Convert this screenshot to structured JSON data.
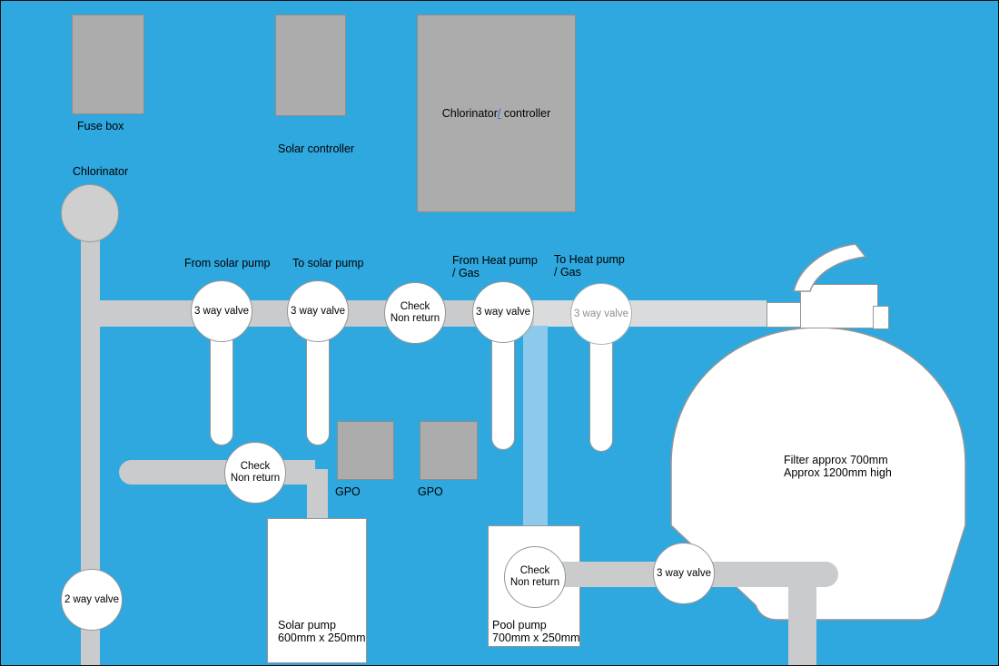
{
  "colors": {
    "background": "#2EA8DF",
    "equipment_gray": "#ACACAC",
    "pipe_gray": "#C9CBCD",
    "pipe_light_gray": "#D9DBDC",
    "pipe_light_blue": "#8CC9EB",
    "outline_gray": "#969696"
  },
  "equipment": {
    "fuse_box_label": "Fuse box",
    "solar_controller_label": "Solar controller",
    "chlorinator_controller": {
      "pre": "Chlorinator",
      "slash": "/",
      "post": " controller"
    },
    "chlorinator_label": "Chlorinator",
    "gpo_left_label": "GPO",
    "gpo_right_label": "GPO",
    "solar_pump_line1": "Solar pump",
    "solar_pump_line2": "600mm x 250mm",
    "pool_pump_line1": "Pool pump",
    "pool_pump_line2": "700mm x 250mm",
    "filter_line1": "Filter approx 700mm",
    "filter_line2": "Approx 1200mm high"
  },
  "pipe_labels": {
    "from_solar_pump": "From solar pump",
    "to_solar_pump": "To solar pump",
    "from_heat_pump_line1": "From Heat pump",
    "from_heat_pump_line2": "/ Gas",
    "to_heat_pump_line1": "To Heat pump",
    "to_heat_pump_line2": "/ Gas"
  },
  "valves": {
    "three_way_from_solar": "3 way valve",
    "three_way_to_solar": "3 way valve",
    "check_main_line1": "Check",
    "check_main_line2": "Non return",
    "three_way_from_heat": "3 way valve",
    "three_way_to_heat": "3 way valve",
    "check_solar_line1": "Check",
    "check_solar_line2": "Non return",
    "check_pool_line1": "Check",
    "check_pool_line2": "Non return",
    "three_way_filter": "3 way valve",
    "two_way": "2 way valve"
  }
}
